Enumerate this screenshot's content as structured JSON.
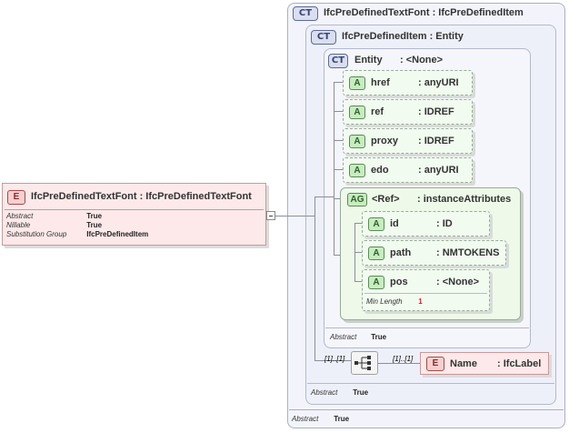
{
  "root_element": {
    "badge": "E",
    "title": "IfcPreDefinedTextFont : IfcPreDefinedTextFont",
    "properties": [
      {
        "key": "Abstract",
        "value": "True"
      },
      {
        "key": "Nillable",
        "value": "True"
      },
      {
        "key": "Substitution Group",
        "value": "IfcPreDefinedItem"
      }
    ]
  },
  "outer_type": {
    "badge": "CT",
    "title": "IfcPreDefinedTextFont : IfcPreDefinedItem",
    "abstract_key": "Abstract",
    "abstract_value": "True"
  },
  "middle_type": {
    "badge": "CT",
    "title": "IfcPreDefinedItem : Entity",
    "abstract_key": "Abstract",
    "abstract_value": "True"
  },
  "entity_type": {
    "badge": "CT",
    "name": "Entity",
    "type": ": <None>",
    "abstract_key": "Abstract",
    "abstract_value": "True",
    "attributes": [
      {
        "badge": "A",
        "name": "href",
        "type": ": anyURI"
      },
      {
        "badge": "A",
        "name": "ref",
        "type": ": IDREF"
      },
      {
        "badge": "A",
        "name": "proxy",
        "type": ": IDREF"
      },
      {
        "badge": "A",
        "name": "edo",
        "type": ": anyURI"
      }
    ],
    "attribute_group": {
      "badge": "AG",
      "name": "<Ref>",
      "type": ": instanceAttributes",
      "attributes": [
        {
          "badge": "A",
          "name": "id",
          "type": ": ID"
        },
        {
          "badge": "A",
          "name": "path",
          "type": ": NMTOKENS"
        },
        {
          "badge": "A",
          "name": "pos",
          "type": ": <None>",
          "facet_key": "Min Length",
          "facet_value": "1"
        }
      ]
    }
  },
  "sequence": {
    "left_multiplicity": "[1]..[1]",
    "right_multiplicity": "[1]..[1]",
    "child": {
      "badge": "E",
      "name": "Name",
      "type": ": IfcLabel"
    }
  },
  "colors": {
    "ct_border": "#a9b0c6",
    "attr_fill": "#f2fbf0",
    "elem_fill": "#fde9e9",
    "facet_value": "#d02020"
  }
}
